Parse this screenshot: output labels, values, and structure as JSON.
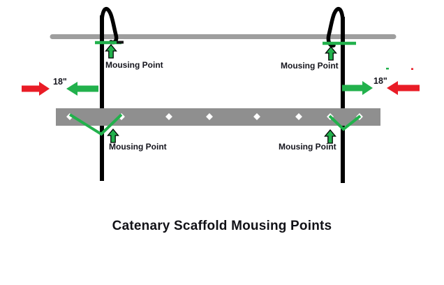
{
  "title": "Catenary Scaffold Mousing Points",
  "labels": {
    "mousing_point_top_left": "Mousing Point",
    "mousing_point_top_right": "Mousing Point",
    "mousing_point_bottom_left": "Mousing Point",
    "mousing_point_bottom_right": "Mousing Point",
    "distance_left": "18\"",
    "distance_right": "18\""
  },
  "icons": {
    "mousing_indicator": "green-up-block-arrow-icon",
    "distance_inward": "red-horizontal-block-arrow-icon",
    "distance_outward": "green-horizontal-block-arrow-icon"
  },
  "components": {
    "top_rail": "horizontal gray rail",
    "scaffold_plank": "gray plank with 8 diamond holes",
    "ropes": "two black catenary ropes with top hooks",
    "lashings": "green mousing lashings at hook and plank"
  },
  "colors": {
    "background": "#ffffff",
    "rope_black": "#000000",
    "mousing_green": "#22b14c",
    "arrow_red": "#e91c26",
    "top_rail_gray": "#9e9e9e",
    "plank_gray": "#8f8f8f",
    "hole_white": "#ffffff",
    "text": "#15151d"
  }
}
